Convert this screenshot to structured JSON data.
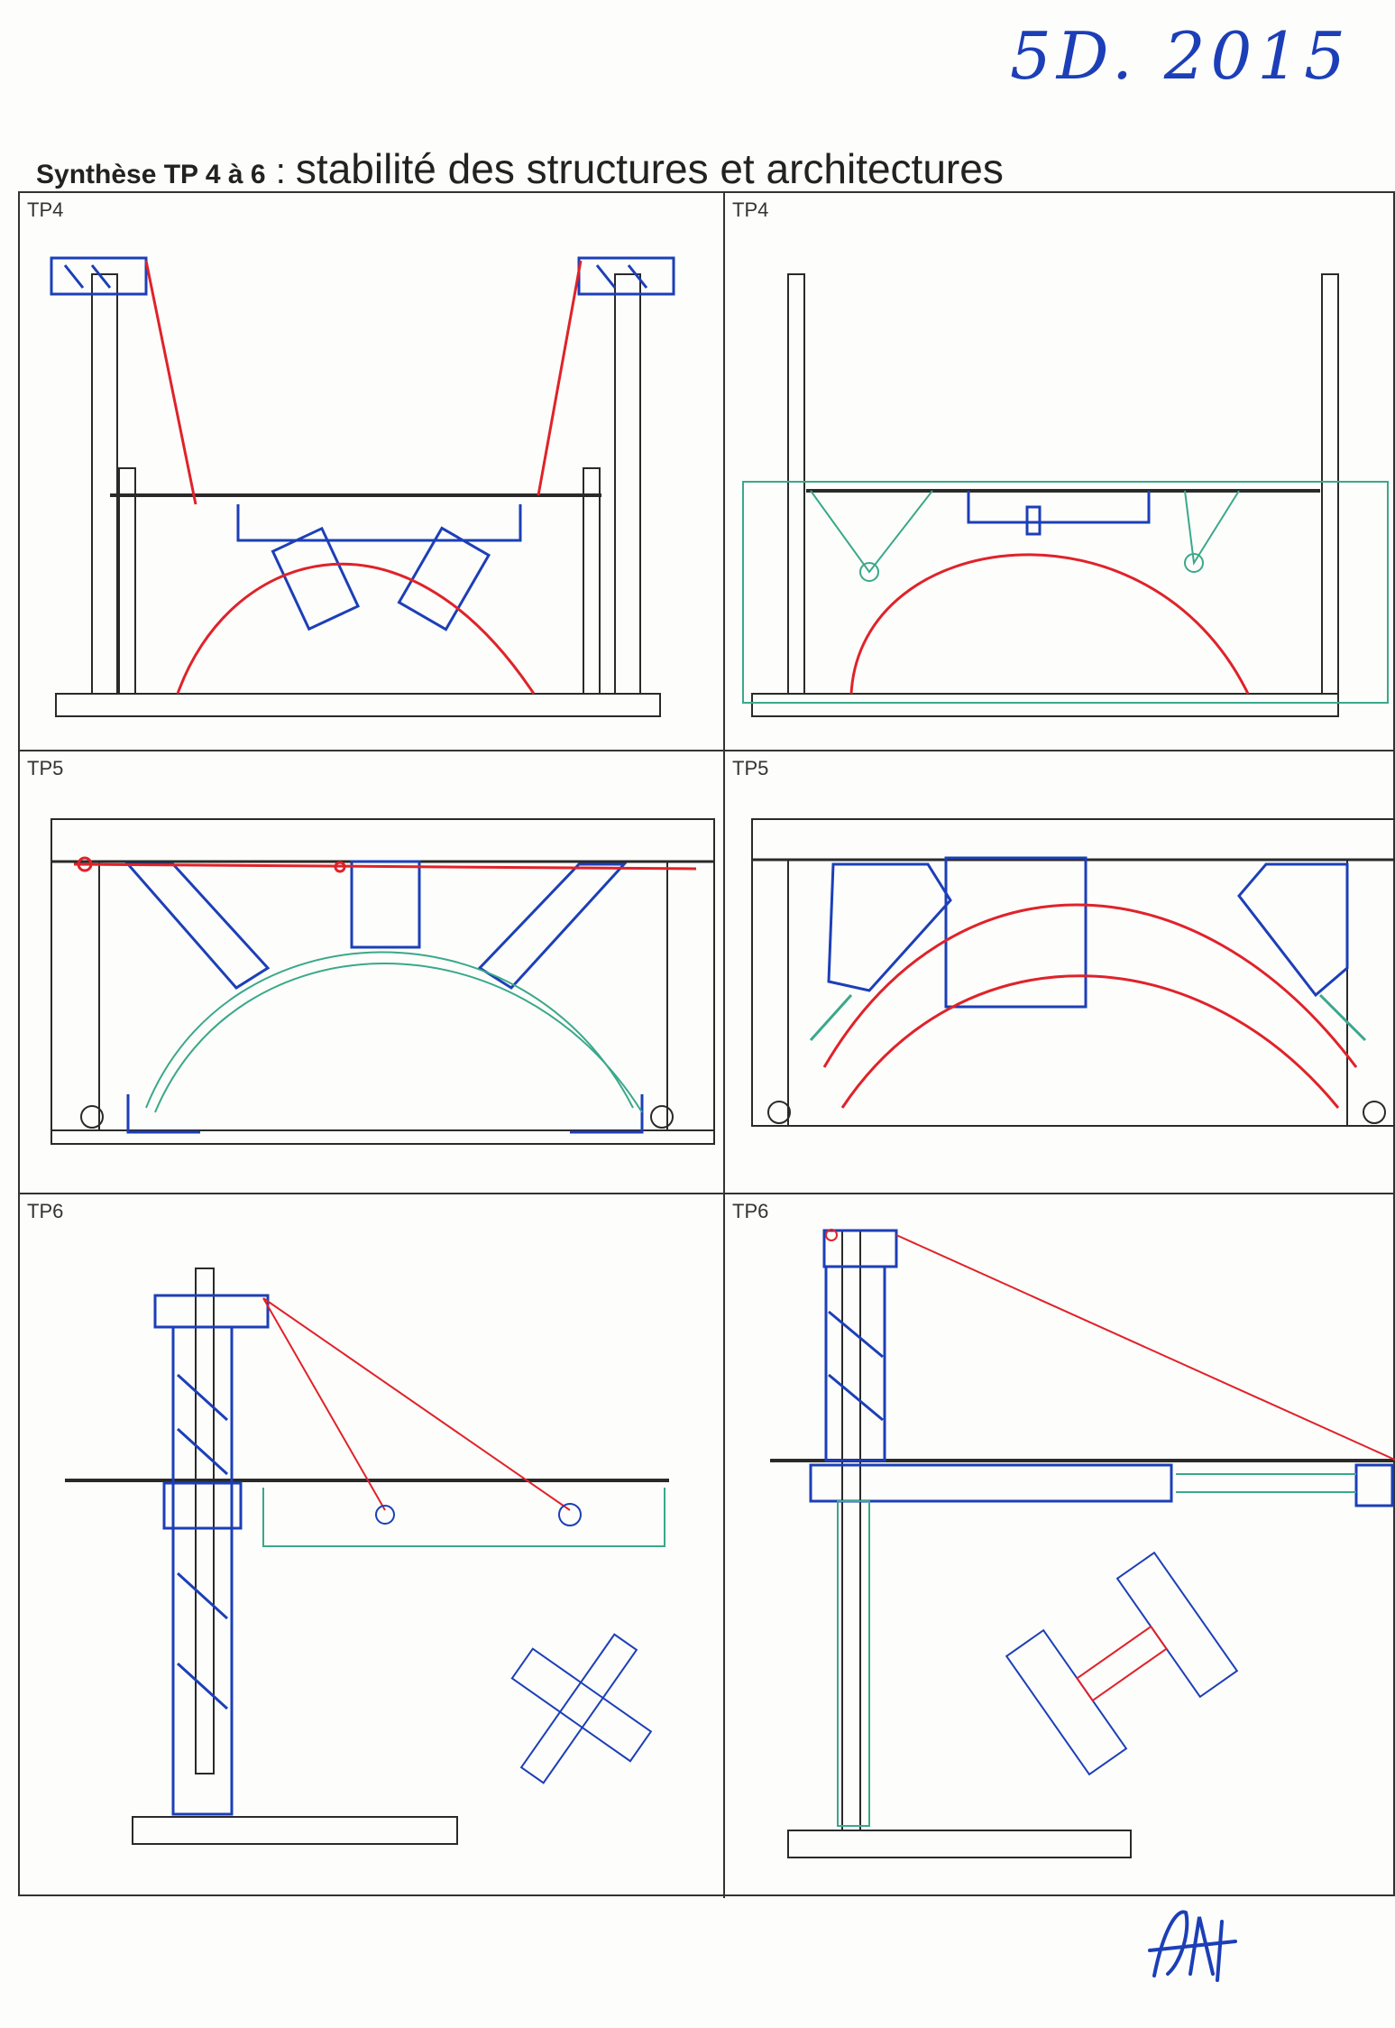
{
  "header": {
    "handwritten_date": "5D. 2015",
    "title_bold": "Synthèse TP 4 à 6",
    "title_separator": " : ",
    "title_rest": "stabilité des structures et architectures"
  },
  "panels": [
    {
      "id": "tp4-left",
      "label": "TP4"
    },
    {
      "id": "tp4-right",
      "label": "TP4"
    },
    {
      "id": "tp5-left",
      "label": "TP5"
    },
    {
      "id": "tp5-right",
      "label": "TP5"
    },
    {
      "id": "tp6-left",
      "label": "TP6"
    },
    {
      "id": "tp6-right",
      "label": "TP6"
    }
  ],
  "colors": {
    "ink_black": "#2a2a2a",
    "ink_blue": "#1c3fb8",
    "ink_red": "#e0222a",
    "ink_green": "#3aa88a"
  },
  "icons": {
    "signature": "handwritten-signature-icon"
  }
}
